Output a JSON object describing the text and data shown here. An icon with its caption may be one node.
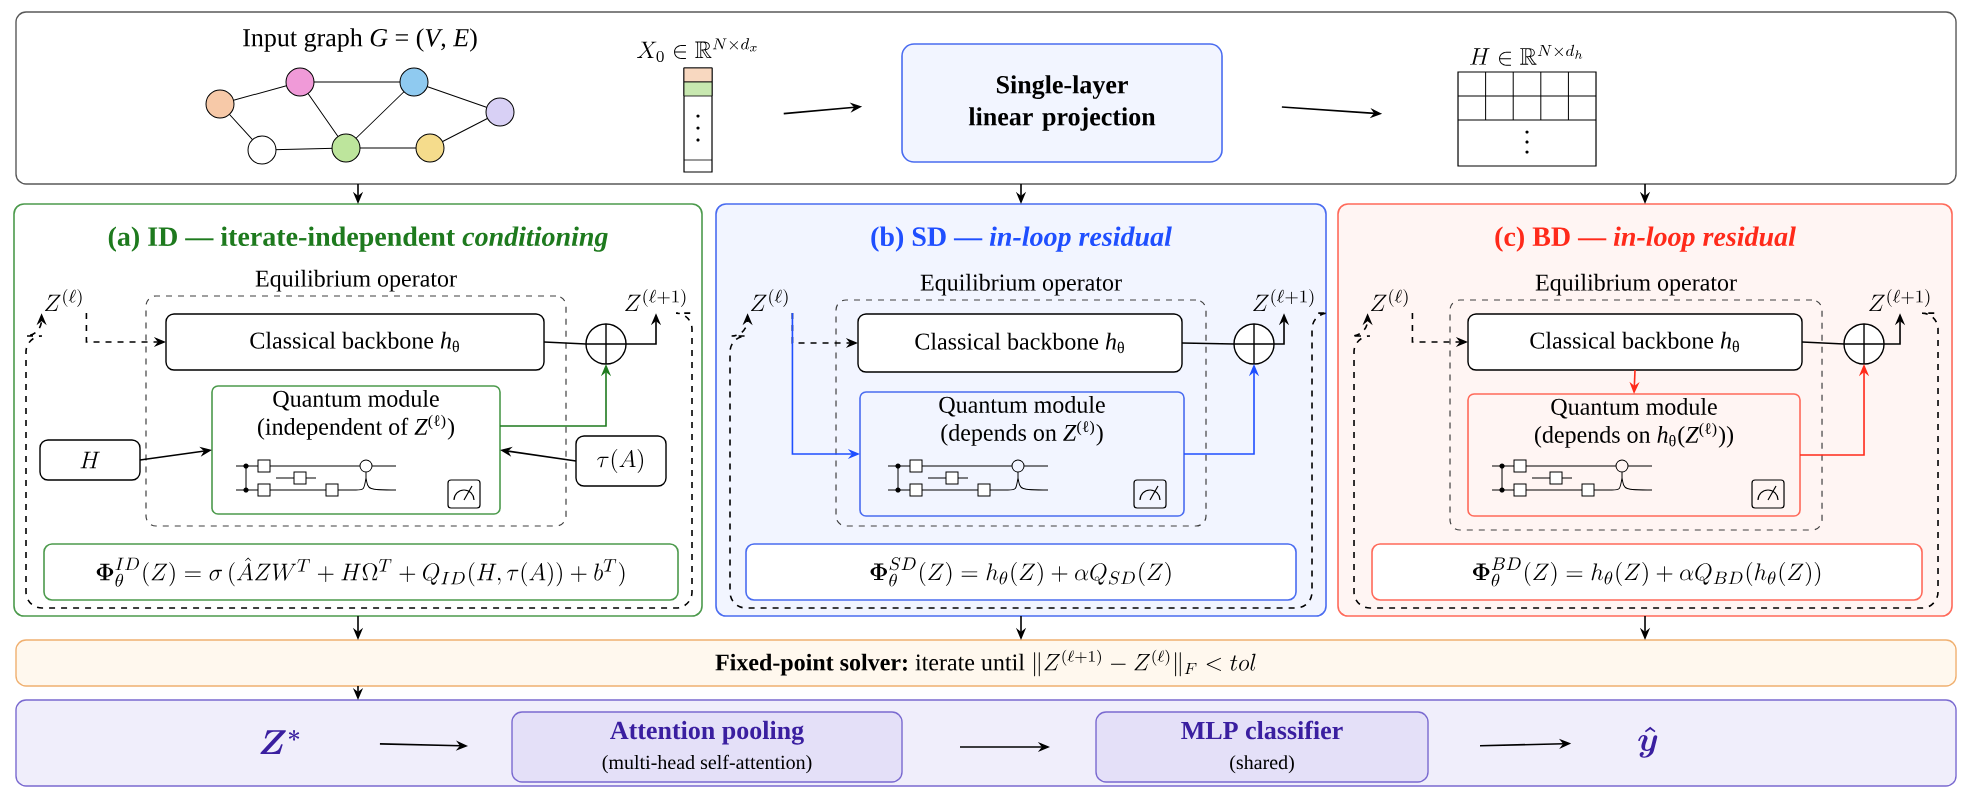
{
  "diagram": {
    "nodes": [
      {
        "text": [],
        "shape": "box"
      },
      {
        "text": [
          "Input graph *G* = (*V*, *E*)"
        ],
        "in": 0
      },
      {
        "text": [
          "X_0 \\in \\mathbb{R}^{N\\times d_x}"
        ],
        "in": 0
      },
      {
        "text": [
          "Single-layer linear projection"
        ],
        "in": 0
      },
      {
        "text": [
          "H \\in \\mathbb{R}^{N\\times d_h}"
        ],
        "in": 0
      },
      {
        "text": [
          "(a) ID — iterate-independent *conditioning*"
        ]
      },
      {
        "text": [
          "Equilibrium operator"
        ],
        "in": 5
      },
      {
        "text": [
          "Z^{(\\ell)}"
        ],
        "in": 5
      },
      {
        "text": [
          "Classical backbone *h*$_{θ}$"
        ],
        "in": 6
      },
      {
        "text": [
          "Quantum module (independent of *Z*$^{(ℓ)}$)"
        ],
        "in": 6
      },
      {
        "text": [],
        "shape": "circle",
        "in": 5
      },
      {
        "text": [
          "Z^{(\\ell+1)}"
        ],
        "in": 5
      },
      {
        "text": [
          "H"
        ],
        "in": 5
      },
      {
        "text": [
          "\\tau(A)"
        ],
        "in": 5
      },
      {
        "text": [
          "\\boldsymbol{\\Phi}_\\theta^{ID}(Z) = \\sigma\\,(\\hat{A}ZW^T + H\\Omega^T + Q_{ID}(H,\\tau(A)) + b^T)"
        ],
        "in": 5
      },
      {
        "text": [
          "(b) SD — *in-loop residual*"
        ]
      },
      {
        "text": [
          "Equilibrium operator"
        ],
        "in": 15
      },
      {
        "text": [
          "Z^{(\\ell)}"
        ],
        "in": 15
      },
      {
        "text": [
          "Classical backbone *h*$_{θ}$"
        ],
        "in": 16
      },
      {
        "text": [
          "Quantum module (depends on *Z*$^{(ℓ)}$)"
        ],
        "in": 16
      },
      {
        "text": [],
        "shape": "circle",
        "in": 15
      },
      {
        "text": [
          "Z^{(\\ell+1)}"
        ],
        "in": 15
      },
      {
        "text": [
          "\\boldsymbol{\\Phi}_\\theta^{SD}(Z) = h_\\theta(Z) + \\alpha Q_{SD}(Z)"
        ],
        "in": 15
      },
      {
        "text": [
          "(c) BD — *in-loop residual*"
        ]
      },
      {
        "text": [
          "Equilibrium operator"
        ],
        "in": 23
      },
      {
        "text": [
          "Z^{(\\ell)}"
        ],
        "in": 23
      },
      {
        "text": [
          "Classical backbone *h*$_{θ}$"
        ],
        "in": 24
      },
      {
        "text": [
          "Quantum module (depends on *h*$_{θ}$(*Z*$^{(ℓ)}$))"
        ],
        "in": 24
      },
      {
        "text": [],
        "shape": "circle",
        "in": 23
      },
      {
        "text": [
          "Z^{(\\ell+1)}"
        ],
        "in": 23
      },
      {
        "text": [
          "\\boldsymbol{\\Phi}_\\theta^{BD}(Z) = h_\\theta(Z) + \\alpha Q_{BD}(h_\\theta(Z))"
        ],
        "in": 23
      },
      {
        "text": [
          "\\textbf{Fixed-point solver:}\\ \\text{iterate until}\\ \\| Z^{(\\ell+1)} - Z^{(\\ell)}\\|_F < tol"
        ]
      },
      {
        "text": [],
        "shape": "box"
      },
      {
        "text": [
          "Z^*"
        ],
        "in": 32
      },
      {
        "text": [
          "Attention pooling",
          "(multi-head self-attention)"
        ],
        "in": 32
      },
      {
        "text": [
          "MLP classifier",
          "(shared)"
        ],
        "in": 32
      },
      {
        "text": [
          "\\hat{y}"
        ],
        "in": 32
      }
    ],
    "edges": [
      {
        "from": 2,
        "to": 3,
        "arrow": "to"
      },
      {
        "from": 3,
        "to": 4,
        "arrow": "to"
      },
      {
        "from": 0,
        "to": 5,
        "arrow": "to"
      },
      {
        "from": 0,
        "to": 15,
        "arrow": "to"
      },
      {
        "from": 0,
        "to": 23,
        "arrow": "to"
      },
      {
        "from": 7,
        "to": 8,
        "arrow": "to",
        "style": "dashed"
      },
      {
        "from": 8,
        "to": 10,
        "arrow": "none"
      },
      {
        "from": 9,
        "to": 10,
        "arrow": "to",
        "color": "#1e7a1e"
      },
      {
        "from": 12,
        "to": 9,
        "arrow": "to"
      },
      {
        "from": 13,
        "to": 9,
        "arrow": "to"
      },
      {
        "from": 10,
        "to": 11,
        "arrow": "to"
      },
      {
        "from": 11,
        "to": 7,
        "arrow": "to",
        "style": "dashed"
      },
      {
        "from": 17,
        "to": 18,
        "arrow": "to",
        "style": "dashed"
      },
      {
        "from": 17,
        "to": 19,
        "arrow": "to",
        "color": "#1f4fff"
      },
      {
        "from": 18,
        "to": 20,
        "arrow": "none"
      },
      {
        "from": 19,
        "to": 20,
        "arrow": "to",
        "color": "#1f4fff"
      },
      {
        "from": 20,
        "to": 21,
        "arrow": "to"
      },
      {
        "from": 21,
        "to": 17,
        "arrow": "to",
        "style": "dashed"
      },
      {
        "from": 25,
        "to": 26,
        "arrow": "to",
        "style": "dashed"
      },
      {
        "from": 26,
        "to": 27,
        "arrow": "to",
        "color": "#ff2a1a"
      },
      {
        "from": 26,
        "to": 28,
        "arrow": "none"
      },
      {
        "from": 27,
        "to": 28,
        "arrow": "to",
        "color": "#ff2a1a"
      },
      {
        "from": 28,
        "to": 29,
        "arrow": "to"
      },
      {
        "from": 29,
        "to": 25,
        "arrow": "to",
        "style": "dashed"
      },
      {
        "from": 5,
        "to": 31,
        "arrow": "to"
      },
      {
        "from": 15,
        "to": 31,
        "arrow": "to"
      },
      {
        "from": 23,
        "to": 31,
        "arrow": "to"
      },
      {
        "from": 31,
        "to": 32,
        "arrow": "to"
      },
      {
        "from": 33,
        "to": 34,
        "arrow": "to"
      },
      {
        "from": 34,
        "to": 35,
        "arrow": "to"
      },
      {
        "from": 35,
        "to": 36,
        "arrow": "to"
      }
    ]
  }
}
